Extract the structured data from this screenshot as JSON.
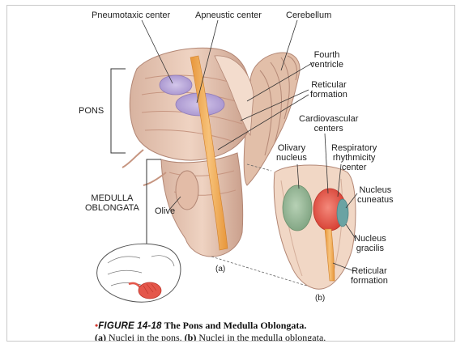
{
  "labels": {
    "pneumotaxic": "Pneumotaxic center",
    "apneustic": "Apneustic center",
    "cerebellum": "Cerebellum",
    "fourth_ventricle": "Fourth\nventricle",
    "reticular_formation_a": "Reticular\nformation",
    "pons": "PONS",
    "cardiovascular": "Cardiovascular\ncenters",
    "olivary": "Olivary\nnucleus",
    "respiratory": "Respiratory\nrhythmicity\ncenter",
    "medulla": "MEDULLA\nOBLONGATA",
    "olive": "Olive",
    "nucleus_cuneatus": "Nucleus\ncuneatus",
    "nucleus_gracilis": "Nucleus\ngracilis",
    "reticular_formation_b": "Reticular\nformation",
    "part_a": "(a)",
    "part_b": "(b)"
  },
  "caption": {
    "bullet": "•",
    "figure_label": "FIGURE 14-18",
    "title": "The Pons and Medulla Oblongata.",
    "line2_a_label": "(a)",
    "line2_a_text": "Nuclei in the pons.",
    "line2_b_label": "(b)",
    "line2_b_text": "Nuclei in the medulla oblongata."
  },
  "colors": {
    "tissue": "#e9c9b6",
    "tissue_dark": "#c99a86",
    "lavender": "#b9a6d8",
    "orange_tract": "#f0a64a",
    "olivary_green": "#93b794",
    "cardio_red": "#e4574b",
    "teal": "#6aa3a3",
    "leader": "#333333"
  }
}
